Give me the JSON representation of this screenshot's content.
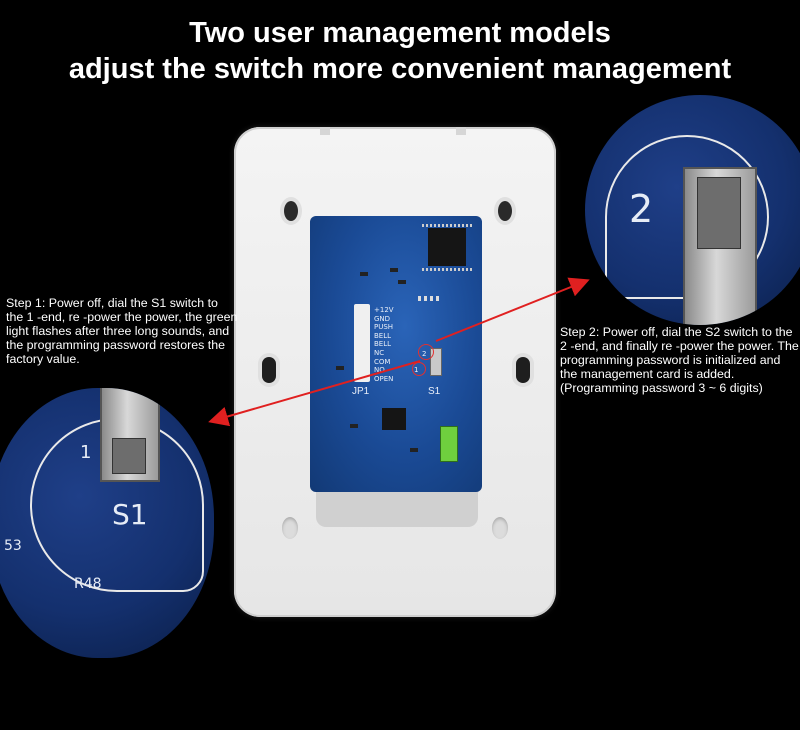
{
  "headline": {
    "line1": "Two user management models",
    "line2": "adjust the switch more convenient management"
  },
  "step1": {
    "text": "Step 1: Power off, dial the S1 switch to the 1 -end, re -power the power, the green light flashes after three long sounds, and the programming password restores the factory value."
  },
  "step2": {
    "text": "Step 2: Power off, dial the S2 switch to the 2 -end, and finally re -power the power. The programming password is initialized and the management card is added. (Programming password 3 ~ 6 digits)"
  },
  "board": {
    "terminal_labels": [
      "+12V",
      "GND",
      "PUSH",
      "BELL",
      "BELL",
      "NC",
      "COM",
      "NO",
      "OPEN"
    ],
    "jp1": "JP1",
    "s1": "S1",
    "pos2": "2",
    "pos1": "1"
  },
  "zoom_left": {
    "switch_label": "S1",
    "position": "1",
    "ref1": "53",
    "ref2": "R48"
  },
  "zoom_right": {
    "position": "2"
  },
  "colors": {
    "arrow": "#e02020",
    "pcb": "#1a4a95",
    "background": "#000000"
  }
}
